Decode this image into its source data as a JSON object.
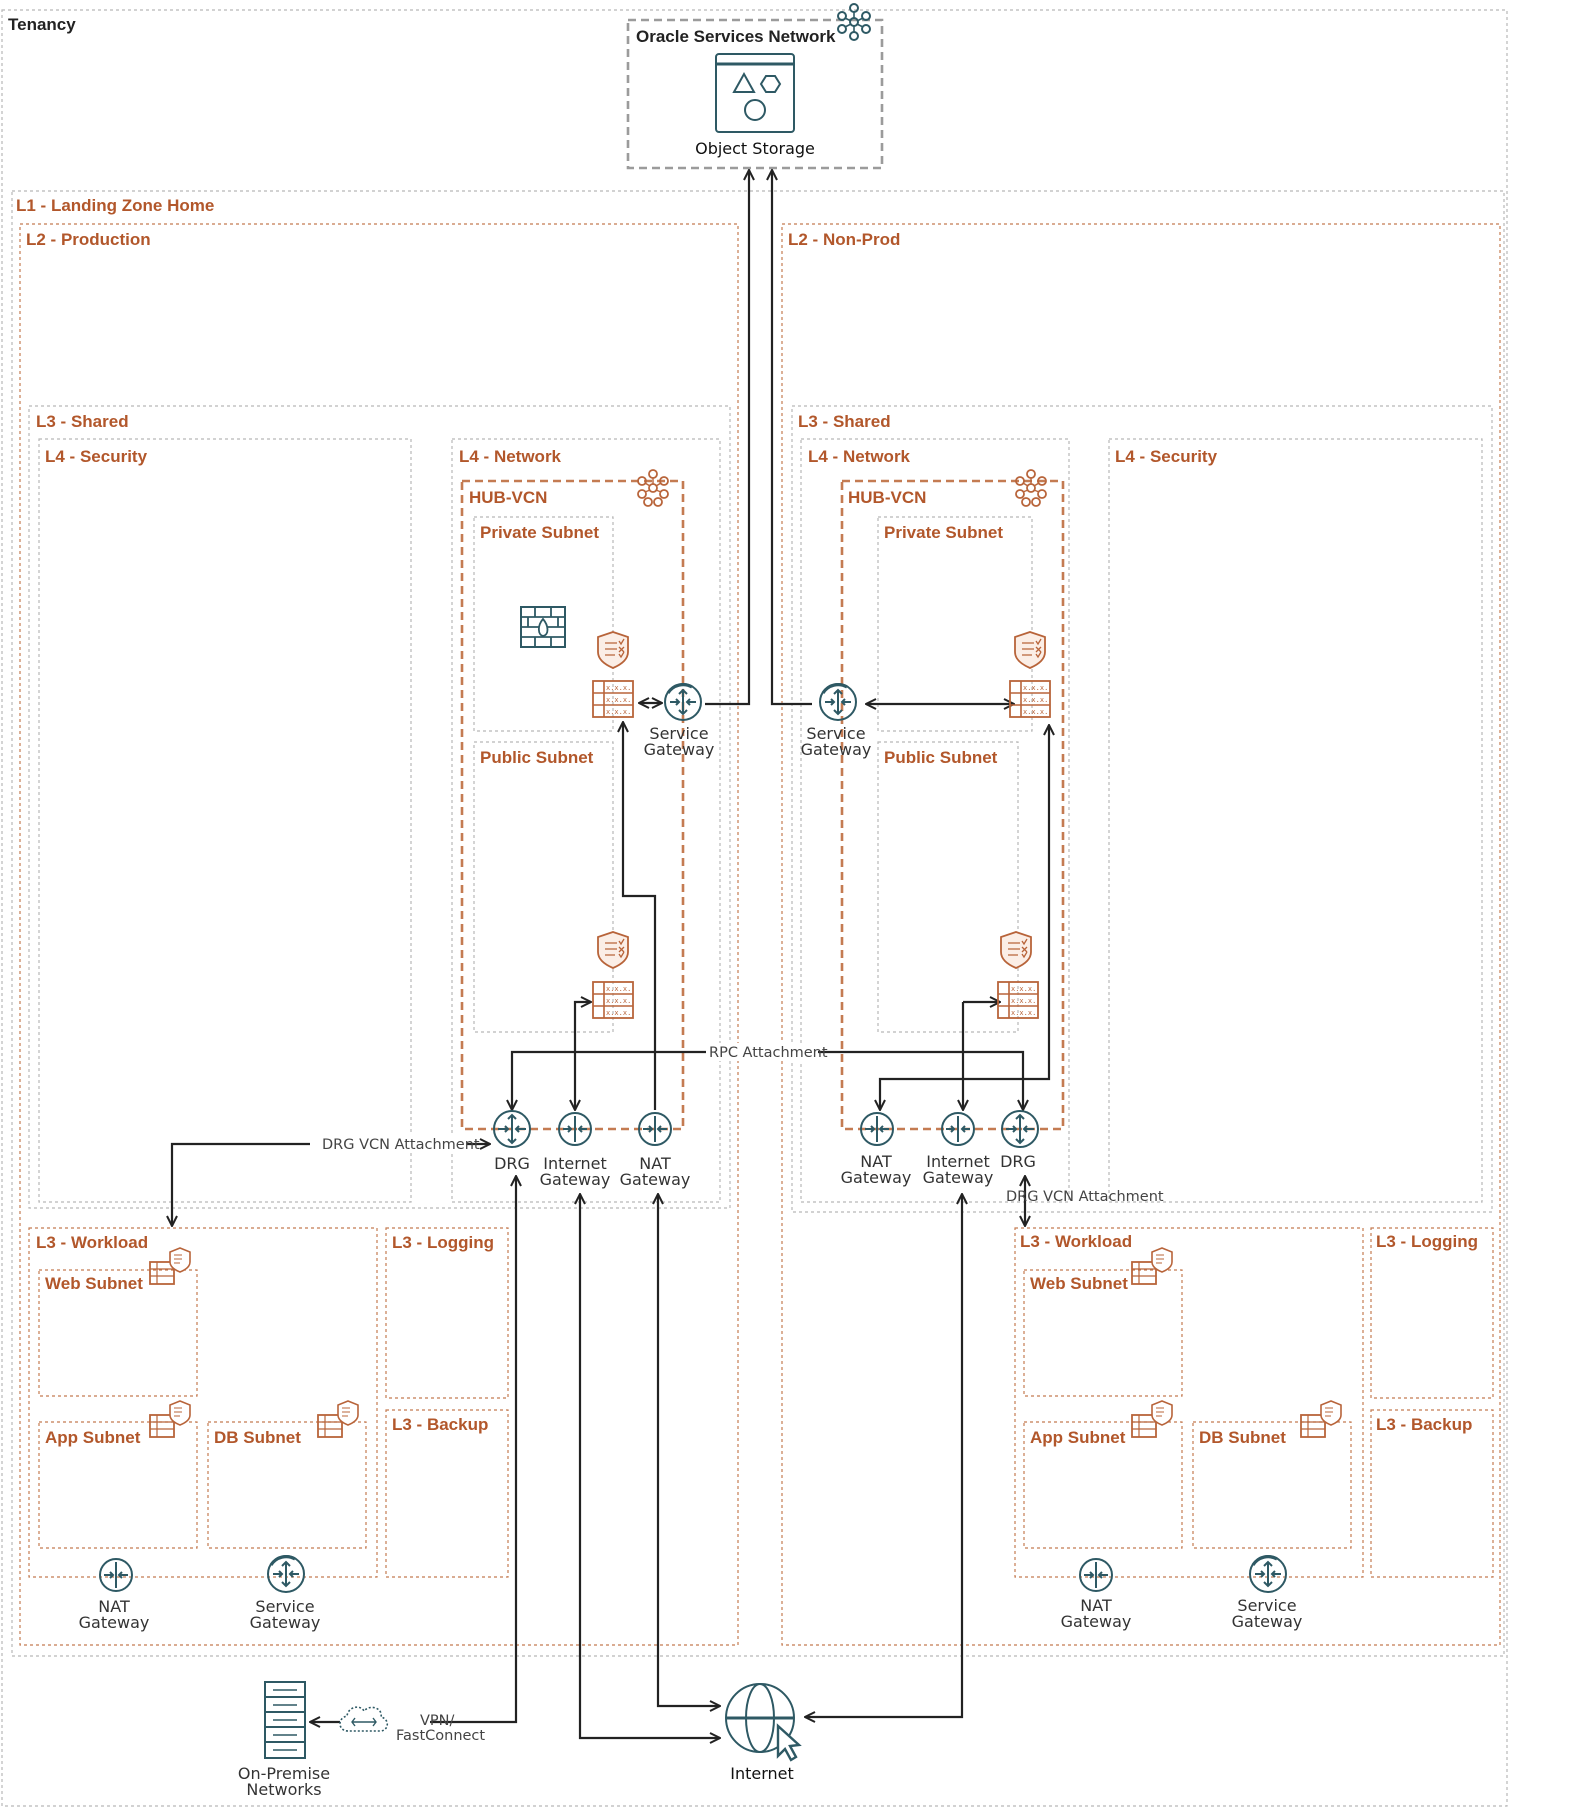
{
  "tenancy": {
    "label": "Tenancy"
  },
  "osn": {
    "label": "Oracle Services Network",
    "object_storage": "Object Storage"
  },
  "landing_zone": {
    "label": "L1 - Landing Zone Home"
  },
  "production": {
    "label": "L2 - Production",
    "shared": "L3 - Shared",
    "security": "L4 - Security",
    "network": "L4 - Network",
    "hub_vcn": "HUB-VCN",
    "private_subnet": "Private Subnet",
    "public_subnet": "Public Subnet",
    "workload": "L3 - Workload",
    "web_subnet": "Web Subnet",
    "app_subnet": "App Subnet",
    "db_subnet": "DB Subnet",
    "logging": "L3 - Logging",
    "backup": "L3 - Backup"
  },
  "nonprod": {
    "label": "L2 - Non-Prod",
    "shared": "L3 - Shared",
    "network": "L4 - Network",
    "security": "L4 - Security",
    "hub_vcn": "HUB-VCN",
    "private_subnet": "Private Subnet",
    "public_subnet": "Public Subnet",
    "workload": "L3 - Workload",
    "web_subnet": "Web Subnet",
    "app_subnet": "App Subnet",
    "db_subnet": "DB Subnet",
    "logging": "L3 - Logging",
    "backup": "L3 - Backup"
  },
  "gateways": {
    "service_1": "Service",
    "service_2": "Gateway",
    "internet_1": "Internet",
    "internet_2": "Gateway",
    "nat_1": "NAT",
    "nat_2": "Gateway",
    "drg": "DRG"
  },
  "connections": {
    "rpc": "RPC Attachment",
    "drg_vcn": "DRG VCN Attachment",
    "vpn_1": "VPN/",
    "vpn_2": "FastConnect"
  },
  "onprem": {
    "line1": "On-Premise",
    "line2": "Networks"
  },
  "internet": {
    "label": "Internet"
  },
  "security_list_row": "x.x.x.",
  "icon_names": [
    "object-storage-icon",
    "vcn-icon",
    "firewall-icon",
    "security-list-icon",
    "route-table-icon",
    "service-gateway-icon",
    "internet-gateway-icon",
    "nat-gateway-icon",
    "drg-icon",
    "vpn-cloud-icon",
    "server-rack-icon",
    "globe-cursor-icon"
  ],
  "colors": {
    "compartment_label": "#b2572b",
    "dashed_orange": "#c47b52",
    "icon_teal": "#2e5964",
    "line": "#222222"
  }
}
